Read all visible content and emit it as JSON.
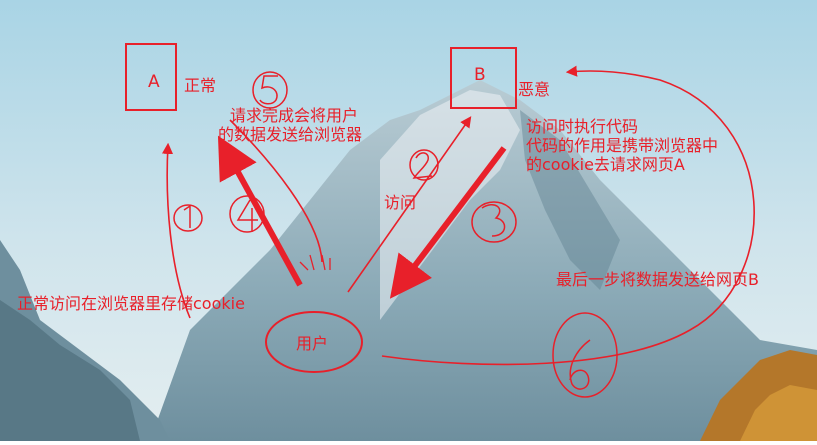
{
  "nodes": {
    "a": "A",
    "b": "B",
    "user": "用户"
  },
  "labels": {
    "normal": "正常",
    "malicious": "恶意",
    "visit": "访问",
    "step5": [
      "请求完成会将用户",
      "的数据发送给浏览器"
    ],
    "exec": [
      "访问时执行代码",
      "代码的作用是携带浏览器中",
      "的cookie去请求网页A"
    ],
    "final_step": "最后一步将数据发送给网页B",
    "store_cookie": "正常访问在浏览器里存储cookie"
  },
  "colors": {
    "ink": "#e8202a",
    "sky_top": "#a9d4e5",
    "sky_bottom": "#e4eef0",
    "mountain": "#8aa9b6",
    "mountain_shadow": "#5f8091",
    "snow": "#eef3f5"
  }
}
